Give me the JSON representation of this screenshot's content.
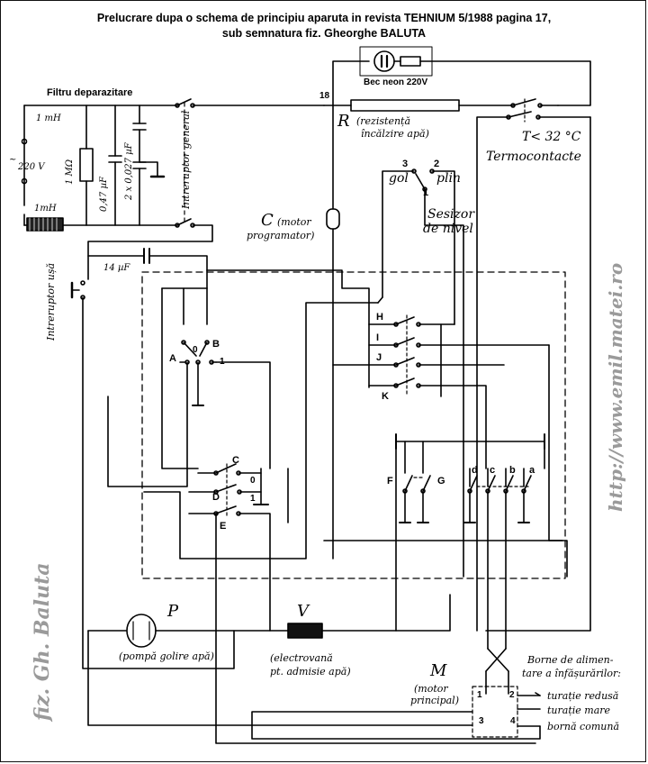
{
  "header": {
    "line1": "Prelucrare dupa o schema de principiu aparuta in revista TEHNIUM 5/1988 pagina 17,",
    "line2": "sub semnatura fiz. Gheorghe BALUTA"
  },
  "filter": {
    "title": "Filtru deparazitare",
    "inductor_top": "1 mH",
    "inductor_bottom": "1mH",
    "mains": "220 V",
    "resistor": "1 MΩ",
    "cap1": "0,47 µF",
    "cap2": "2 x 0,027 µF"
  },
  "switches": {
    "general": "Intreruptor general",
    "door": "Intreruptor ușă",
    "door_cap": "14 µF"
  },
  "neon": {
    "label": "Bec neon 220V"
  },
  "node_18": "18",
  "heater": {
    "letter": "R",
    "desc_1": "(rezistență",
    "desc_2": "încălzire apă)"
  },
  "thermo": {
    "setting": "T< 32 °C",
    "name": "Termocontacte"
  },
  "level": {
    "term_3": "3",
    "term_2": "2",
    "term_1": "1",
    "gol": "gol",
    "plin": "plin",
    "name_1": "Sesizor",
    "name_2": "de nivel"
  },
  "motor_prog": {
    "letter": "C",
    "desc_1": "(motor",
    "desc_2": "programator)"
  },
  "contacts": {
    "A": "A",
    "B": "B",
    "C": "C",
    "D": "D",
    "E": "E",
    "F": "F",
    "G": "G",
    "H": "H",
    "I": "I",
    "J": "J",
    "K": "K",
    "a": "a",
    "b": "b",
    "c": "c",
    "d": "d",
    "pos_0": "0",
    "pos_1": "1"
  },
  "pump": {
    "letter": "P",
    "desc": "(pompă golire apă)"
  },
  "valve": {
    "letter": "V",
    "desc_1": "(electrovană",
    "desc_2": "pt. admisie apă)"
  },
  "motor": {
    "letter": "M",
    "desc_1": "(motor",
    "desc_2": "principal)",
    "t1": "1",
    "t2": "2",
    "t3": "3",
    "t4": "4"
  },
  "borne": {
    "title_1": "Borne de alimen-",
    "title_2": "tare a înfășurărilor:",
    "low": "turație redusă",
    "high": "turație mare",
    "common": "bornă comună"
  },
  "watermark_left": "fiz. Gh. Baluta",
  "watermark_right": "http://www.emil.matei.ro"
}
